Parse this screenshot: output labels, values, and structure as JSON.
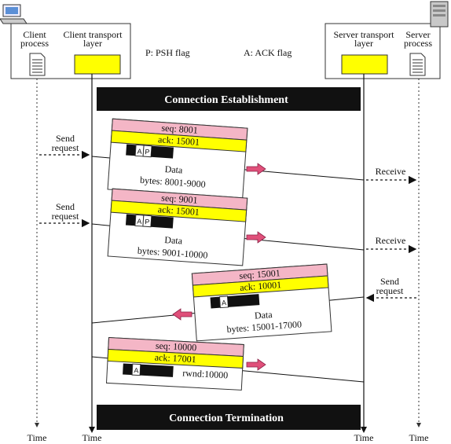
{
  "client": {
    "process_line1": "Client",
    "process_line2": "process",
    "transport_line1": "Client transport",
    "transport_line2": "layer"
  },
  "server": {
    "transport_line1": "Server transport",
    "transport_line2": "layer",
    "process_line1": "Server",
    "process_line2": "process"
  },
  "legend": {
    "psh": "P: PSH flag",
    "ack": "A: ACK flag"
  },
  "banners": {
    "establishment": "Connection Establishment",
    "termination": "Connection Termination"
  },
  "events": {
    "send1_l1": "Send",
    "send1_l2": "request",
    "send2_l1": "Send",
    "send2_l2": "request",
    "send3_l1": "Send",
    "send3_l2": "request",
    "receive1": "Receive",
    "receive2": "Receive"
  },
  "segments": [
    {
      "seq": "seq: 8001",
      "ack": "ack: 15001",
      "flag1": "A",
      "flag2": "P",
      "data": "Data",
      "bytes": "bytes: 8001-9000"
    },
    {
      "seq": "seq: 9001",
      "ack": "ack: 15001",
      "flag1": "A",
      "flag2": "P",
      "data": "Data",
      "bytes": "bytes: 9001-10000"
    },
    {
      "seq": "seq: 15001",
      "ack": "ack: 10001",
      "flag1": "A",
      "data": "Data",
      "bytes": "bytes: 15001-17000"
    },
    {
      "seq": "seq: 10000",
      "ack": "ack: 17001",
      "flag1": "A",
      "rwnd": "rwnd:10000"
    }
  ],
  "time_labels": [
    "Time",
    "Time",
    "Time",
    "Time"
  ],
  "colors": {
    "seq_band": "#f4b6c6",
    "ack_band": "#ffff00",
    "transport_box": "#ffff00",
    "banner": "#111111",
    "arrow": "#e0507a"
  }
}
